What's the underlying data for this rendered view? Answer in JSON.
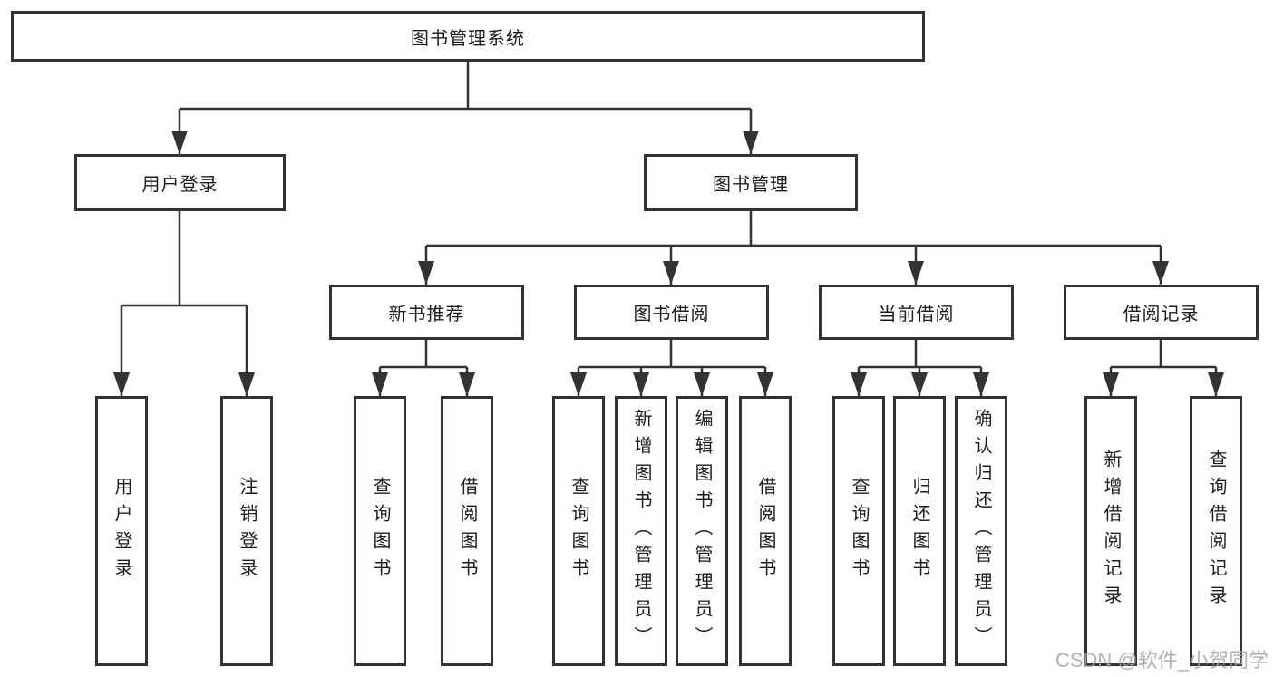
{
  "colors": {
    "line": "#333333",
    "box_border": "#333333",
    "text": "#1c1c1c",
    "watermark": "#a5a5a5"
  },
  "tree": {
    "label": "图书管理系统",
    "children": [
      {
        "label": "用户登录",
        "children": [
          {
            "label": "用户登录"
          },
          {
            "label": "注销登录"
          }
        ]
      },
      {
        "label": "图书管理",
        "children": [
          {
            "label": "新书推荐",
            "children": [
              {
                "label": "查询图书"
              },
              {
                "label": "借阅图书"
              }
            ]
          },
          {
            "label": "图书借阅",
            "children": [
              {
                "label": "查询图书"
              },
              {
                "label": "新增图书（管理员）"
              },
              {
                "label": "编辑图书（管理员）"
              },
              {
                "label": "借阅图书"
              }
            ]
          },
          {
            "label": "当前借阅",
            "children": [
              {
                "label": "查询图书"
              },
              {
                "label": "归还图书"
              },
              {
                "label": "确认归还（管理员）"
              }
            ]
          },
          {
            "label": "借阅记录",
            "children": [
              {
                "label": "新增借阅记录"
              },
              {
                "label": "查询借阅记录"
              }
            ]
          }
        ]
      }
    ]
  },
  "watermark": "CSDN @软件_小贺同学"
}
